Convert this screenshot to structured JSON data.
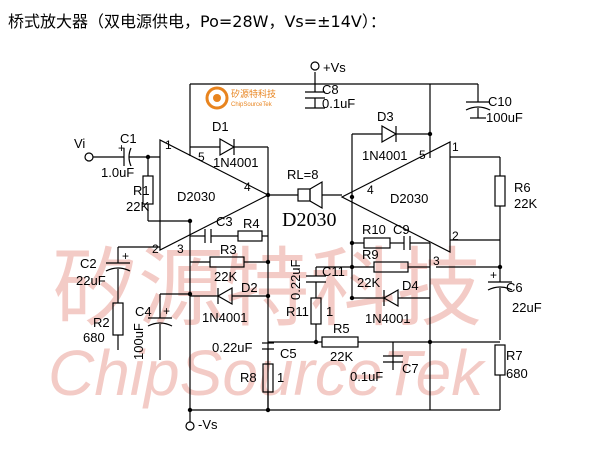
{
  "title": "桥式放大器（双电源供电，Po=28W，Vs=±14V）：",
  "watermark": {
    "chinese": "矽源特科技",
    "latin": "ChipSourceTek",
    "logo_cn": "矽源特科技",
    "logo_en": "ChipSourceTek"
  },
  "power": {
    "pos": "+Vs",
    "neg": "-Vs"
  },
  "input": "Vi",
  "load": {
    "label": "RL=8",
    "name": "D2030"
  },
  "ics": [
    {
      "name": "D2030",
      "pins": {
        "p1": "1",
        "p2": "2",
        "p3": "3",
        "p4": "4",
        "p5": "5"
      }
    },
    {
      "name": "D2030",
      "pins": {
        "p1": "1",
        "p2": "2",
        "p3": "3",
        "p4": "4",
        "p5": "5"
      }
    }
  ],
  "components": {
    "C1": {
      "name": "C1",
      "value": "1.0uF"
    },
    "R1": {
      "name": "R1",
      "value": "22K"
    },
    "C2": {
      "name": "C2",
      "value": "22uF"
    },
    "R2": {
      "name": "R2",
      "value": "680"
    },
    "C3": {
      "name": "C3"
    },
    "R4": {
      "name": "R4"
    },
    "R3": {
      "name": "R3",
      "value": "22K"
    },
    "C4": {
      "name": "C4",
      "value": "100uF"
    },
    "D1": {
      "name": "D1",
      "value": "1N4001"
    },
    "D2": {
      "name": "D2",
      "value": "1N4001"
    },
    "C5": {
      "name": "C5",
      "value": "0.22uF"
    },
    "R8": {
      "name": "R8",
      "value": "1"
    },
    "C8": {
      "name": "C8",
      "value": "0.1uF"
    },
    "C10": {
      "name": "C10",
      "value": "100uF"
    },
    "D3": {
      "name": "D3",
      "value": "1N4001"
    },
    "R6": {
      "name": "R6",
      "value": "22K"
    },
    "R10": {
      "name": "R10"
    },
    "C9": {
      "name": "C9"
    },
    "R9": {
      "name": "R9",
      "value": "22K"
    },
    "D4": {
      "name": "D4",
      "value": "1N4001"
    },
    "C11": {
      "name": "C11",
      "value": "0.22uF"
    },
    "R11": {
      "name": "R11",
      "value": "1"
    },
    "R5": {
      "name": "R5",
      "value": "22K"
    },
    "C6": {
      "name": "C6",
      "value": "22uF"
    },
    "R7": {
      "name": "R7",
      "value": "680"
    },
    "C7": {
      "name": "C7",
      "value": "0.1uF"
    }
  },
  "colors": {
    "watermark": "#f2c3bd",
    "logo": "#e8841f",
    "ink": "#000000"
  }
}
